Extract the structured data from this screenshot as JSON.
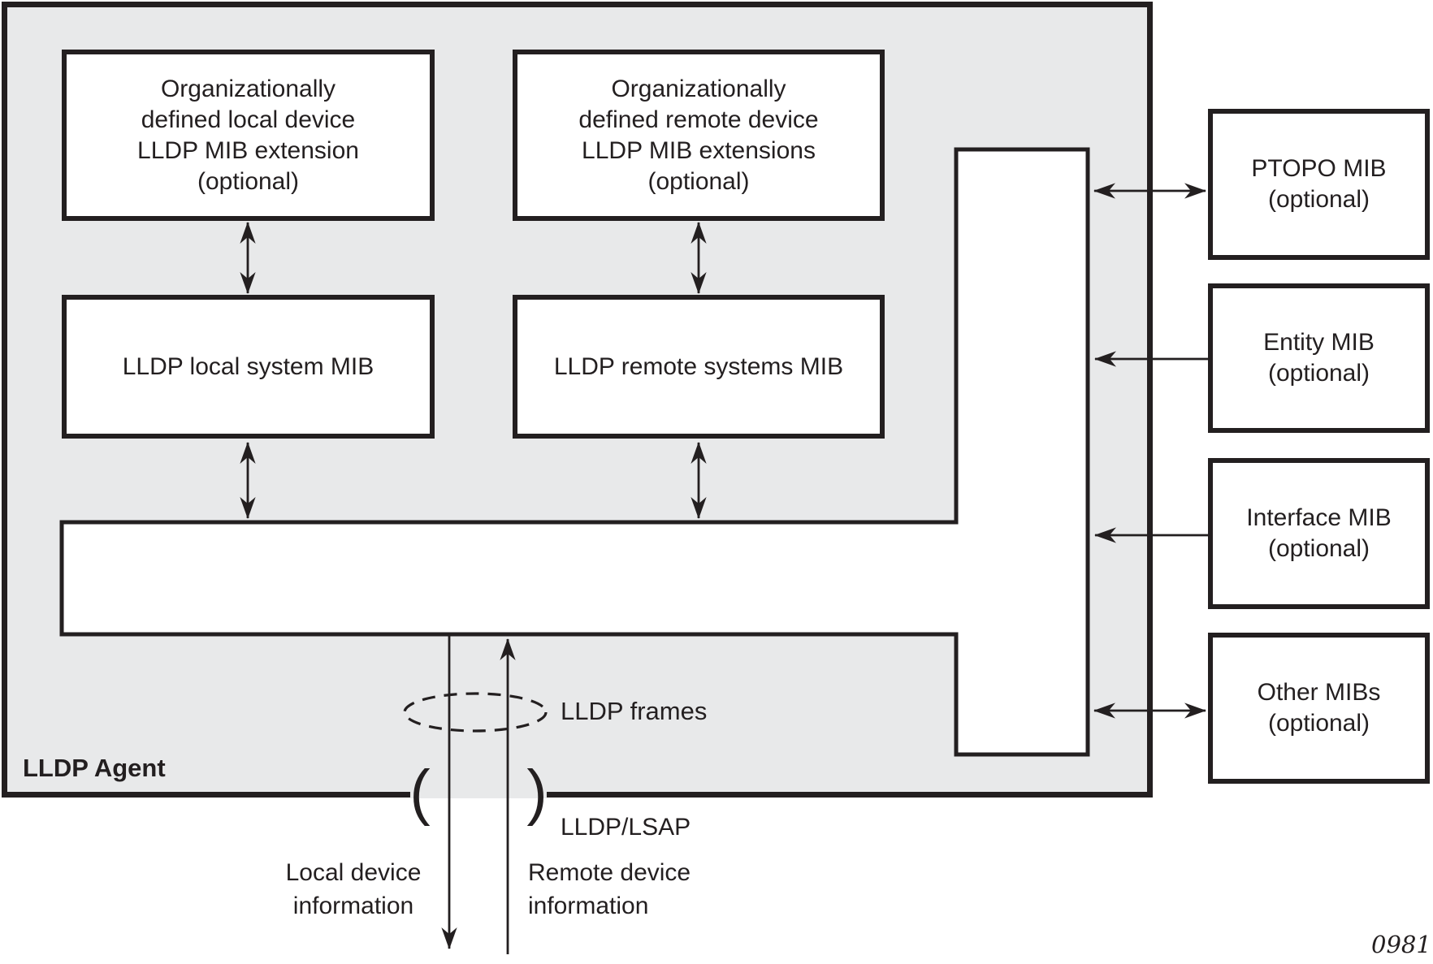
{
  "figure": {
    "agent_label": "LLDP Agent",
    "figure_number": "0981",
    "colors": {
      "agent_fill": "#e8e9ea",
      "line_and_text": "#231f20",
      "box_fill": "#ffffff"
    }
  },
  "extension_boxes": [
    {
      "id": "org-local",
      "label": "Organizationally\ndefined local device\nLLDP MIB extension\n(optional)"
    },
    {
      "id": "org-remote",
      "label": "Organizationally\ndefined remote device\nLLDP MIB extensions\n(optional)"
    }
  ],
  "system_mib_boxes": [
    {
      "id": "local-system",
      "label": "LLDP local system MIB"
    },
    {
      "id": "remote-systems",
      "label": "LLDP remote systems MIB"
    }
  ],
  "external_mib_boxes": [
    {
      "id": "ptopo",
      "label": "PTOPO MIB\n(optional)",
      "arrow": "bidirectional"
    },
    {
      "id": "entity",
      "label": "Entity MIB\n(optional)",
      "arrow": "into-agent"
    },
    {
      "id": "interface",
      "label": "Interface MIB\n(optional)",
      "arrow": "into-agent"
    },
    {
      "id": "other",
      "label": "Other MIBs\n(optional)",
      "arrow": "bidirectional"
    }
  ],
  "annotations": {
    "lldp_frames": "LLDP frames",
    "lldp_lsap": "LLDP/LSAP",
    "local_info": "Local device\ninformation",
    "remote_info": "Remote device\ninformation",
    "open_paren": "(",
    "close_paren": ")"
  }
}
